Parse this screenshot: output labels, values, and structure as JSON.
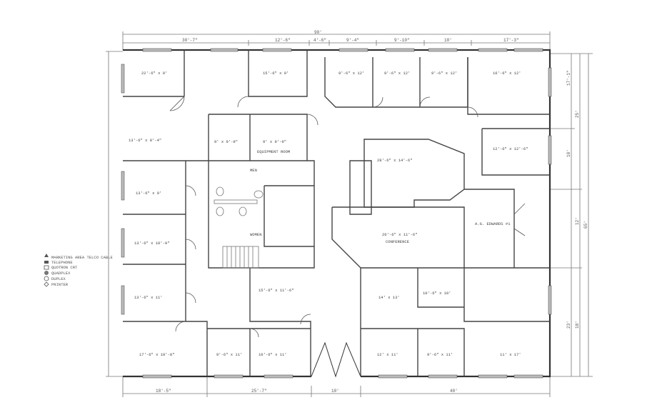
{
  "drawing": {
    "type": "floor plan",
    "paper_color": "#ffffff",
    "line_color": "#333333"
  },
  "dimensions": {
    "overall_top": "90'",
    "top_segments": [
      "30'-7\"",
      "12'-6\"",
      "4'-6\"",
      "9'-4\"",
      "9'-10\"",
      "10'",
      "17'-3\""
    ],
    "bottom_segments": [
      "18'-5\"",
      "25'-7\"",
      "10'",
      "40'"
    ],
    "right_segments": [
      "17'-1\"",
      "25'",
      "10'",
      "12'",
      "23'",
      "18'",
      "65'"
    ]
  },
  "rooms": {
    "r1": "22'-6\" x 9'",
    "r2": "15'-6\" x 9'",
    "r3": "9'-6\" x 12'",
    "r4": "9'-6\" x 12'",
    "r5": "9'-6\" x 12'",
    "r6": "16'-6\" x 12'",
    "r7": "12'-6\" x 12'-6\"",
    "r8": "9' x 9'-9\"",
    "r9": "9' x 9'-9\"",
    "equipment": "EQUIPMENT ROOM",
    "men": "MEN",
    "women": "WOMEN",
    "workroom": "28'-6\" x 14'-6\"",
    "conference_dim": "26'-6\" x 11'-6\"",
    "conference": "CONFERENCE",
    "r10": "15'-6\" x 11'-6\"",
    "open_area": "A.G. EDWARDS #1",
    "l1": "13'-6\" x 9'",
    "l2": "13'-6\" x 10'-9\"",
    "l3": "13'-6\" x 11'",
    "l4": "17'-6\" x 10'-8\"",
    "c1": "13'-6\" x 8'-4\"",
    "b1": "9'-6\" x 11'",
    "b2": "10'-6\" x 11'",
    "s1": "14' x 13'",
    "s2": "10'-6\" x 10'",
    "s3": "12' x 11'",
    "s4": "9'-6\" x 11'",
    "s5": "11' x 17'"
  },
  "legend": {
    "items": [
      {
        "symbol": "marketing-cable-icon",
        "label": "MARKETING AREA TELCO CABLE"
      },
      {
        "symbol": "telephone-icon",
        "label": "TELEPHONE"
      },
      {
        "symbol": "quotron-icon",
        "label": "QUOTRON CRT"
      },
      {
        "symbol": "quadplex-icon",
        "label": "QUADPLEX"
      },
      {
        "symbol": "duplex-icon",
        "label": "DUPLEX"
      },
      {
        "symbol": "printer-icon",
        "label": "PRINTER"
      }
    ]
  }
}
